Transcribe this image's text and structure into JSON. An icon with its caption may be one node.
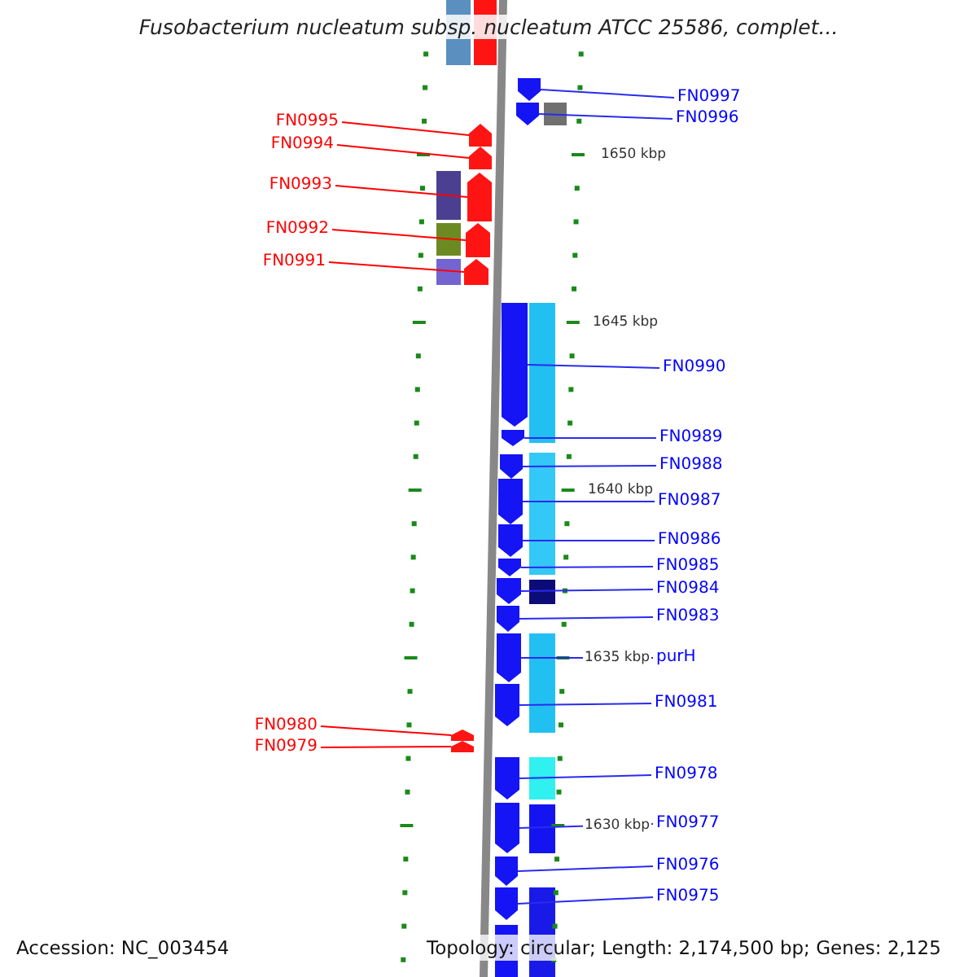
{
  "diagram": {
    "title": "Fusobacterium nucleatum subsp. nucleatum ATCC 25586, complet...",
    "nodes": [
      {
        "text": [
          "FN0997"
        ]
      },
      {
        "text": [
          "FN0996"
        ]
      },
      {
        "text": [
          "FN0995"
        ]
      },
      {
        "text": [
          "FN0994"
        ]
      },
      {
        "text": [
          "FN0993"
        ]
      },
      {
        "text": [
          "FN0992"
        ]
      },
      {
        "text": [
          "FN0991"
        ]
      },
      {
        "text": [
          "FN0990"
        ]
      },
      {
        "text": [
          "FN0989"
        ]
      },
      {
        "text": [
          "FN0988"
        ]
      },
      {
        "text": [
          "FN0987"
        ]
      },
      {
        "text": [
          "FN0986"
        ]
      },
      {
        "text": [
          "FN0985"
        ]
      },
      {
        "text": [
          "FN0984"
        ]
      },
      {
        "text": [
          "FN0983"
        ]
      },
      {
        "text": [
          "purH"
        ]
      },
      {
        "text": [
          "FN0981"
        ]
      },
      {
        "text": [
          "FN0980"
        ]
      },
      {
        "text": [
          "FN0979"
        ]
      },
      {
        "text": [
          "FN0978"
        ]
      },
      {
        "text": [
          "FN0977"
        ]
      },
      {
        "text": [
          "FN0976"
        ]
      },
      {
        "text": [
          "FN0975"
        ]
      },
      {
        "text": [],
        "shape": "pentagon"
      },
      {
        "text": [],
        "shape": "pentagon"
      },
      {
        "text": [],
        "shape": "pentagon"
      },
      {
        "text": [],
        "shape": "pentagon"
      },
      {
        "text": [],
        "shape": "pentagon"
      },
      {
        "text": [],
        "shape": "pentagon"
      },
      {
        "text": [],
        "shape": "pentagon"
      },
      {
        "text": [],
        "shape": "pentagon"
      },
      {
        "text": [],
        "shape": "pentagon"
      },
      {
        "text": [],
        "shape": "pentagon"
      },
      {
        "text": [],
        "shape": "pentagon"
      },
      {
        "text": [],
        "shape": "pentagon"
      },
      {
        "text": [],
        "shape": "pentagon"
      },
      {
        "text": [],
        "shape": "pentagon"
      },
      {
        "text": [],
        "shape": "pentagon"
      },
      {
        "text": [],
        "shape": "pentagon"
      },
      {
        "text": [],
        "shape": "pentagon"
      },
      {
        "text": [],
        "shape": "pentagon"
      },
      {
        "text": [],
        "shape": "pentagon"
      },
      {
        "text": [],
        "shape": "pentagon"
      },
      {
        "text": [],
        "shape": "pentagon"
      },
      {
        "text": [],
        "shape": "pentagon"
      },
      {
        "text": [],
        "shape": "pentagon"
      }
    ],
    "edges": [
      {
        "from": 0,
        "to": 23,
        "arrow": "none"
      },
      {
        "from": 1,
        "to": 24,
        "arrow": "none"
      },
      {
        "from": 2,
        "to": 25,
        "arrow": "none",
        "color": "#ff0000"
      },
      {
        "from": 3,
        "to": 26,
        "arrow": "none",
        "color": "#ff0000"
      },
      {
        "from": 4,
        "to": 27,
        "arrow": "none",
        "color": "#ff0000"
      },
      {
        "from": 5,
        "to": 28,
        "arrow": "none",
        "color": "#ff0000"
      },
      {
        "from": 6,
        "to": 29,
        "arrow": "none",
        "color": "#ff0000"
      },
      {
        "from": 7,
        "to": 30,
        "arrow": "none"
      },
      {
        "from": 8,
        "to": 31,
        "arrow": "none"
      },
      {
        "from": 9,
        "to": 32,
        "arrow": "none"
      },
      {
        "from": 10,
        "to": 33,
        "arrow": "none"
      },
      {
        "from": 11,
        "to": 34,
        "arrow": "none"
      },
      {
        "from": 12,
        "to": 35,
        "arrow": "none"
      },
      {
        "from": 13,
        "to": 36,
        "arrow": "none"
      },
      {
        "from": 14,
        "to": 37,
        "arrow": "none"
      },
      {
        "from": 15,
        "to": 38,
        "arrow": "none"
      },
      {
        "from": 16,
        "to": 39,
        "arrow": "none"
      },
      {
        "from": 17,
        "to": 40,
        "arrow": "none",
        "color": "#ff0000"
      },
      {
        "from": 18,
        "to": 41,
        "arrow": "none",
        "color": "#ff0000"
      },
      {
        "from": 19,
        "to": 42,
        "arrow": "none"
      },
      {
        "from": 20,
        "to": 43,
        "arrow": "none"
      },
      {
        "from": 21,
        "to": 44,
        "arrow": "none"
      },
      {
        "from": 22,
        "to": 45,
        "arrow": "none"
      }
    ],
    "labels": [
      "1650 kbp",
      "1645 kbp",
      "1640 kbp",
      "1635 kbp",
      "1630 kbp",
      "Accession: NC_003454",
      "Topology: circular; Length: 2,174,500 bp; Genes: 2,125"
    ]
  }
}
